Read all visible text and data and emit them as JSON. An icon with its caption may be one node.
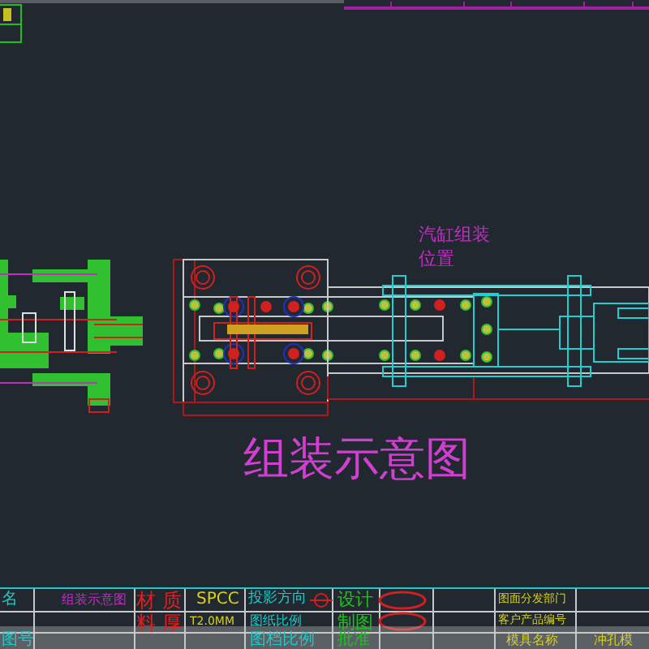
{
  "diagram": {
    "labels": [
      "汽缸组装位置",
      "组装示意图",
      "名",
      "组装示意图",
      "材 质",
      "SPCC",
      "投影方向",
      "设计",
      "图面分发部门",
      "料 厚",
      "T2.0MM",
      "图纸比例",
      "制图",
      "客户产品编号",
      "图号",
      "图档比例",
      "批准",
      "模具名称",
      "冲孔模"
    ]
  }
}
